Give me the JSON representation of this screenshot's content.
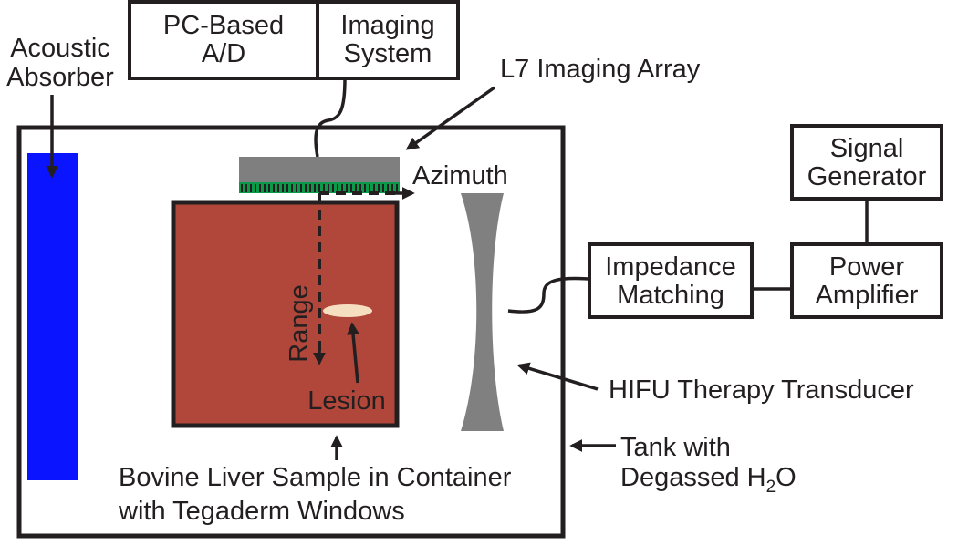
{
  "diagram": {
    "labels": {
      "acoustic_line1": "Acoustic",
      "acoustic_line2": "Absorber",
      "pc_line1": "PC-Based",
      "pc_line2": "A/D",
      "imaging_line1": "Imaging",
      "imaging_line2": "System",
      "l7": "L7 Imaging Array",
      "azimuth": "Azimuth",
      "range": "Range",
      "lesion": "Lesion",
      "signal_line1": "Signal",
      "signal_line2": "Generator",
      "impedance_line1": "Impedance",
      "impedance_line2": "Matching",
      "power_line1": "Power",
      "power_line2": "Amplifier",
      "hifu": "HIFU Therapy Transducer",
      "tank_line1": "Tank with",
      "tank_line2_main": "Degassed H",
      "tank_line2_sub": "2",
      "tank_line2_end": "O",
      "liver_line1": "Bovine Liver Sample in Container",
      "liver_line2": "with Tegaderm Windows"
    },
    "colors": {
      "absorber": "#0a14ff",
      "liver": "#b0473a",
      "array_body": "#7f7f7f",
      "array_elements": "#0b9a4a",
      "transducer": "#808080",
      "lesion": "#f6dfc0",
      "ink": "#231f20"
    }
  }
}
